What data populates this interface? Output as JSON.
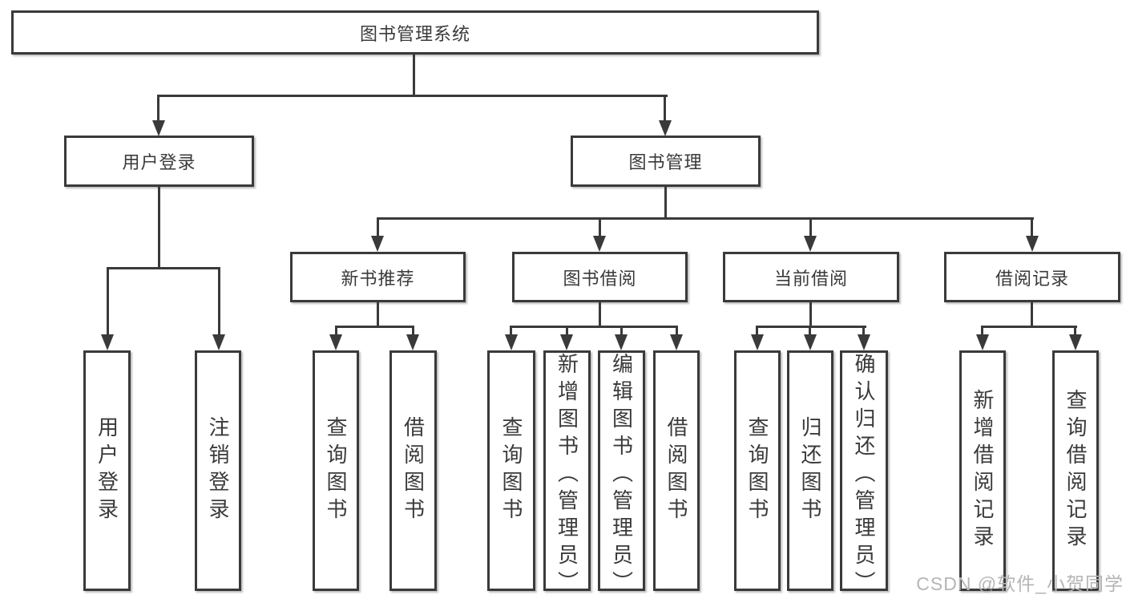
{
  "colors": {
    "line": "#3a3a3a",
    "text": "#3a3a3a",
    "watermark": "#b5b5b5",
    "box_bg": "#ffffff",
    "page_bg": "#ffffff"
  },
  "tree": {
    "root": "图书管理系统",
    "branches": [
      {
        "label": "用户登录",
        "children": [
          "用户登录",
          "注销登录"
        ]
      },
      {
        "label": "图书管理",
        "sections": [
          {
            "label": "新书推荐",
            "children": [
              "查询图书",
              "借阅图书"
            ]
          },
          {
            "label": "图书借阅",
            "children": [
              "查询图书",
              "新增图书（管理员）",
              "编辑图书（管理员）",
              "借阅图书"
            ]
          },
          {
            "label": "当前借阅",
            "children": [
              "查询图书",
              "归还图书",
              "确认归还（管理员）"
            ]
          },
          {
            "label": "借阅记录",
            "children": [
              "新增借阅记录",
              "查询借阅记录"
            ]
          }
        ]
      }
    ]
  },
  "watermark": "CSDN @软件_小贺同学"
}
